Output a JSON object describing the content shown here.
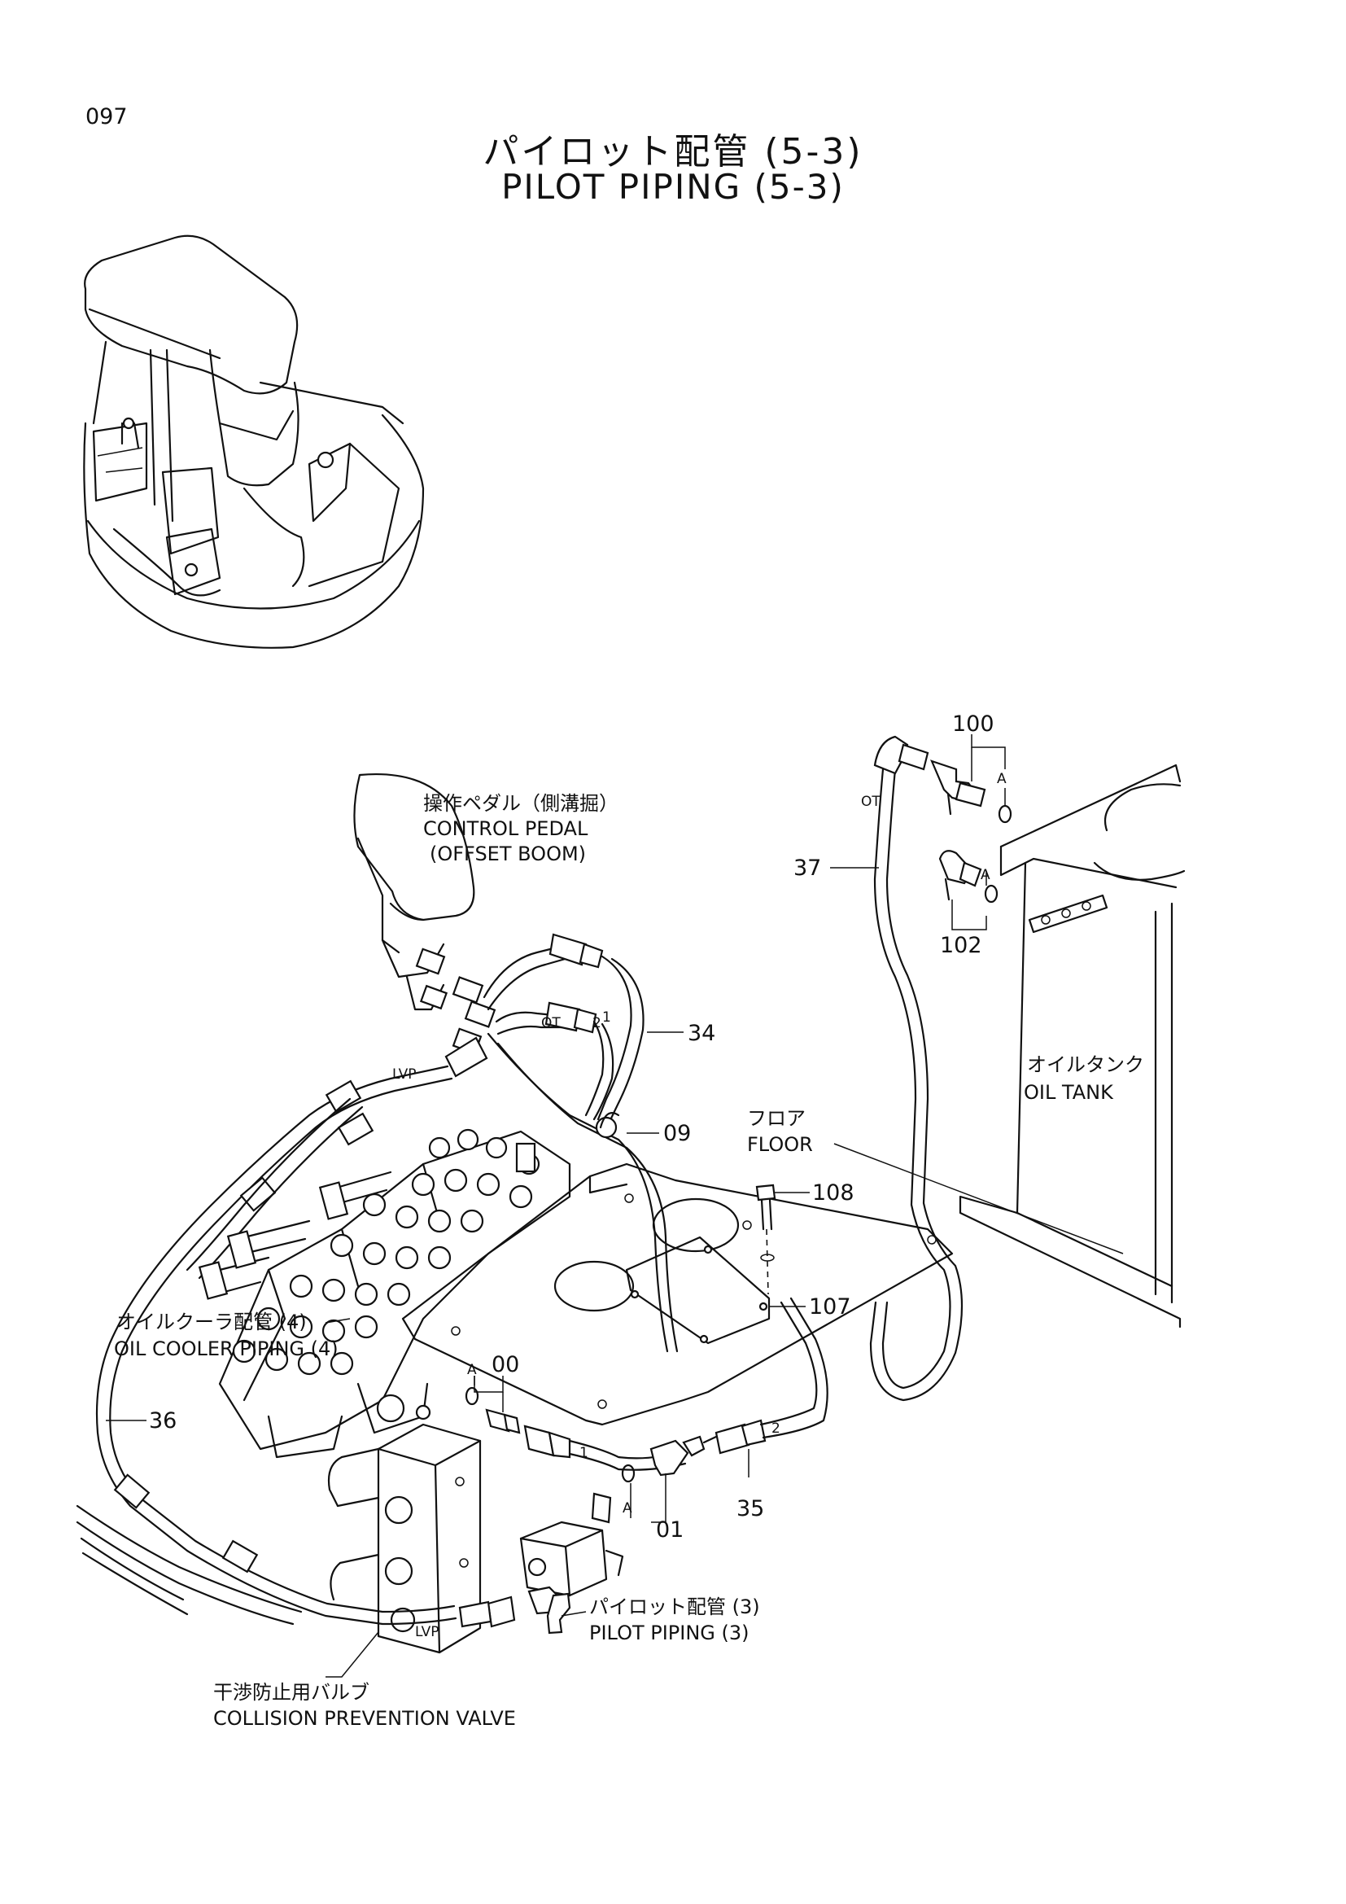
{
  "page_number": "097",
  "title_jp": "パイロット配管 (5-3)",
  "title_en": "PILOT PIPING (5-3)",
  "labels": {
    "control_pedal_jp": "操作ペダル（側溝掘）",
    "control_pedal_en": "CONTROL PEDAL",
    "control_pedal_en2": "(OFFSET BOOM)",
    "oil_tank_jp": "オイルタンク",
    "oil_tank_en": "OIL TANK",
    "floor_jp": "フロア",
    "floor_en": "FLOOR",
    "oil_cooler_jp": "オイルクーラ配管 (4)",
    "oil_cooler_en": "OIL COOLER PIPING (4)",
    "pilot_piping_jp": "パイロット配管 (3)",
    "pilot_piping_en": "PILOT PIPING (3)",
    "collision_valve_jp": "干渉防止用バルブ",
    "collision_valve_en": "COLLISION PREVENTION VALVE"
  },
  "callouts": {
    "p100": "100",
    "p102": "102",
    "p37": "37",
    "p34": "34",
    "p09": "09",
    "p108": "108",
    "p107": "107",
    "p00": "00",
    "p36": "36",
    "p35": "35",
    "p01": "01"
  },
  "marks": {
    "ot": "OT",
    "lvp": "LVP",
    "a": "A",
    "one": "1",
    "two": "2"
  }
}
